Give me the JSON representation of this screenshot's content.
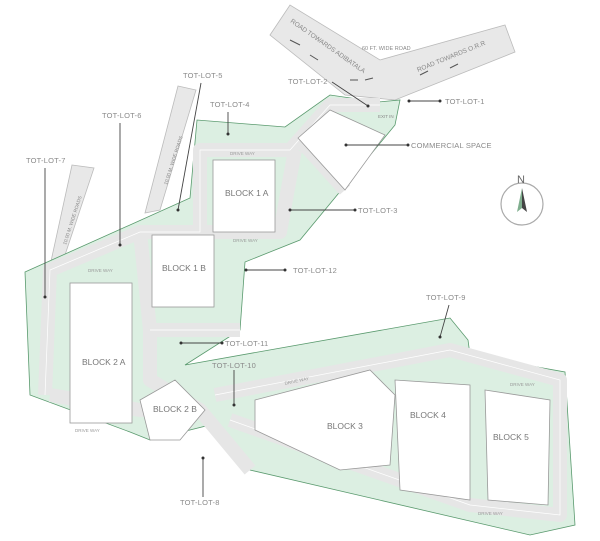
{
  "roads": {
    "main_road_width": "60 FT. WIDE ROAD",
    "towards_left": "ROAD TOWARDS ADIBATALA",
    "towards_right": "ROAD TOWARDS O.R.R",
    "side_road_1": "10.00 M. WIDE ROADS",
    "side_road_2": "10.00 M. WIDE ROADS",
    "exit_in": "EXIT IN",
    "drive_way": "DRIVE WAY"
  },
  "tot_lots": [
    "TOT-LOT-1",
    "TOT-LOT-2",
    "TOT-LOT-3",
    "TOT-LOT-4",
    "TOT-LOT-5",
    "TOT-LOT-6",
    "TOT-LOT-7",
    "TOT-LOT-8",
    "TOT-LOT-9",
    "TOT-LOT-10",
    "TOT-LOT-11",
    "TOT-LOT-12"
  ],
  "commercial": "COMMERCIAL SPACE",
  "blocks": [
    "BLOCK 1 A",
    "BLOCK 1 B",
    "BLOCK 2 A",
    "BLOCK 2 B",
    "BLOCK 3",
    "BLOCK 4",
    "BLOCK 5"
  ],
  "compass": {
    "label": "N"
  },
  "colors": {
    "green_area": "#dcefe2",
    "green_border": "#5a9a6e",
    "road": "#e6e6e6",
    "text": "#8a8a8a"
  }
}
